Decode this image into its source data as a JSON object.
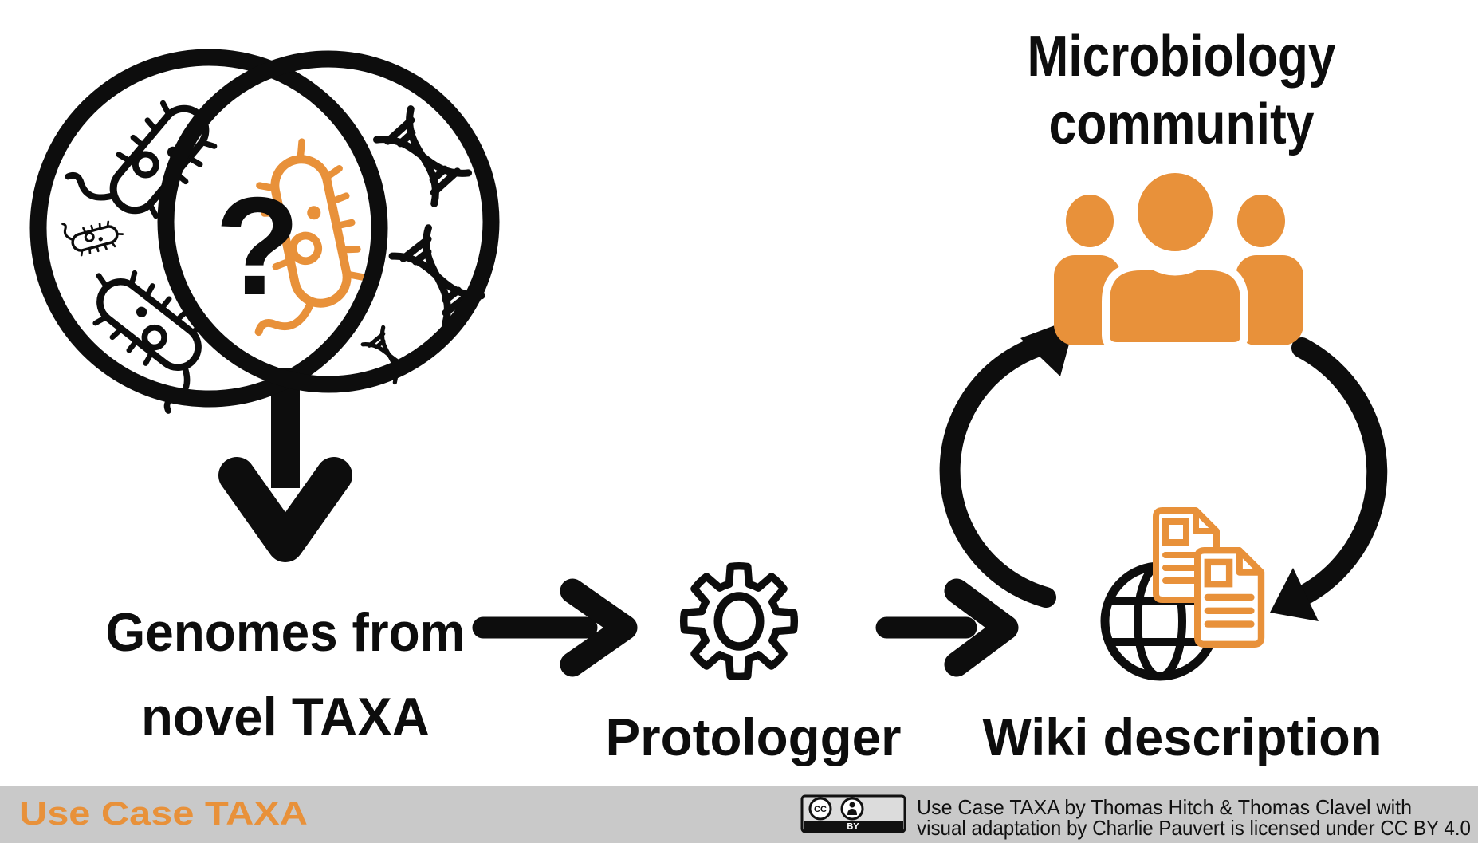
{
  "title": {
    "line1": "Microbiology",
    "line2": "community"
  },
  "venn": {
    "overlap_symbol": "?"
  },
  "flow": {
    "source_label_line1": "Genomes from",
    "source_label_line2": "novel TAXA",
    "tool_label": "Protologger",
    "output_label": "Wiki description"
  },
  "footer": {
    "use_case_label": "Use Case TAXA",
    "license_line1": "Use Case TAXA by Thomas Hitch & Thomas Clavel with",
    "license_line2": "visual adaptation by Charlie Pauvert is licensed under CC BY 4.0",
    "cc_label": "CC",
    "by_label": "BY"
  },
  "colors": {
    "accent_orange": "#E8913A",
    "ink_black": "#0D0D0D",
    "footer_gray": "#C9C9C9",
    "white": "#FFFFFF"
  },
  "icons": [
    "bacterium-icon",
    "novel-bacterium-icon",
    "question-mark",
    "dna-icon",
    "down-arrow-icon",
    "flow-arrow-icon",
    "gear-icon",
    "globe-icon",
    "document-icon",
    "community-people-icon",
    "cycle-arrow-up-icon",
    "cycle-arrow-down-icon",
    "cc-icon",
    "attribution-person-icon"
  ]
}
